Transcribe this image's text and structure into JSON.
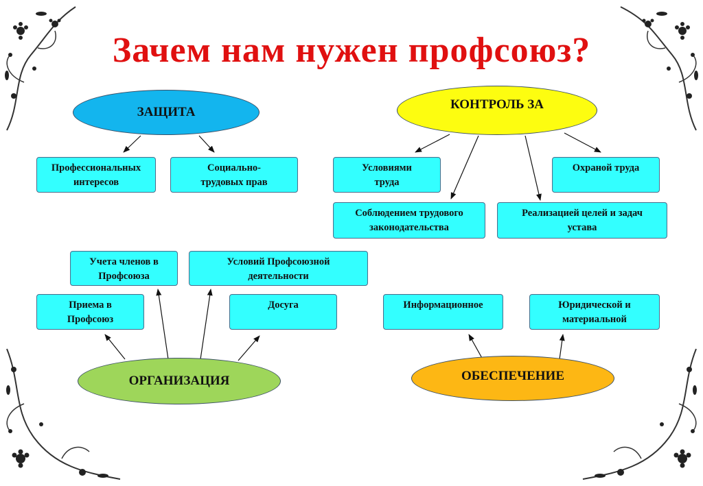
{
  "title": "Зачем нам нужен профсоюз?",
  "colors": {
    "title": "#e01010",
    "box_fill": "#33ffff",
    "zashita": "#13b5ee",
    "kontrol": "#fdfd10",
    "organizaciya": "#9ed65a",
    "obespechenie": "#fdb714"
  },
  "groups": {
    "zashita": {
      "label": "ЗАЩИТА",
      "items": [
        "Профессиональных\nинтересов",
        "Социально-\nтрудовых прав"
      ]
    },
    "kontrol": {
      "label": "КОНТРОЛЬ ЗА",
      "items": [
        "Условиями\nтруда",
        "Соблюдением трудового\nзаконодательства",
        "Реализацией целей и задач\nустава",
        "Охраной труда"
      ]
    },
    "organizaciya": {
      "label": "ОРГАНИЗАЦИЯ",
      "items": [
        "Приема в\nПрофсоюз",
        "Учета членов в\nПрофсоюза",
        "Условий Профсоюзной\nдеятельности",
        "Досуга"
      ]
    },
    "obespechenie": {
      "label": "ОБЕСПЕЧЕНИЕ",
      "items": [
        "Информационное",
        "Юридической и\nматериальной"
      ]
    }
  },
  "decorations": [
    "floral-ornament-top-left",
    "floral-ornament-top-right",
    "floral-ornament-bottom-left",
    "floral-ornament-bottom-right"
  ]
}
